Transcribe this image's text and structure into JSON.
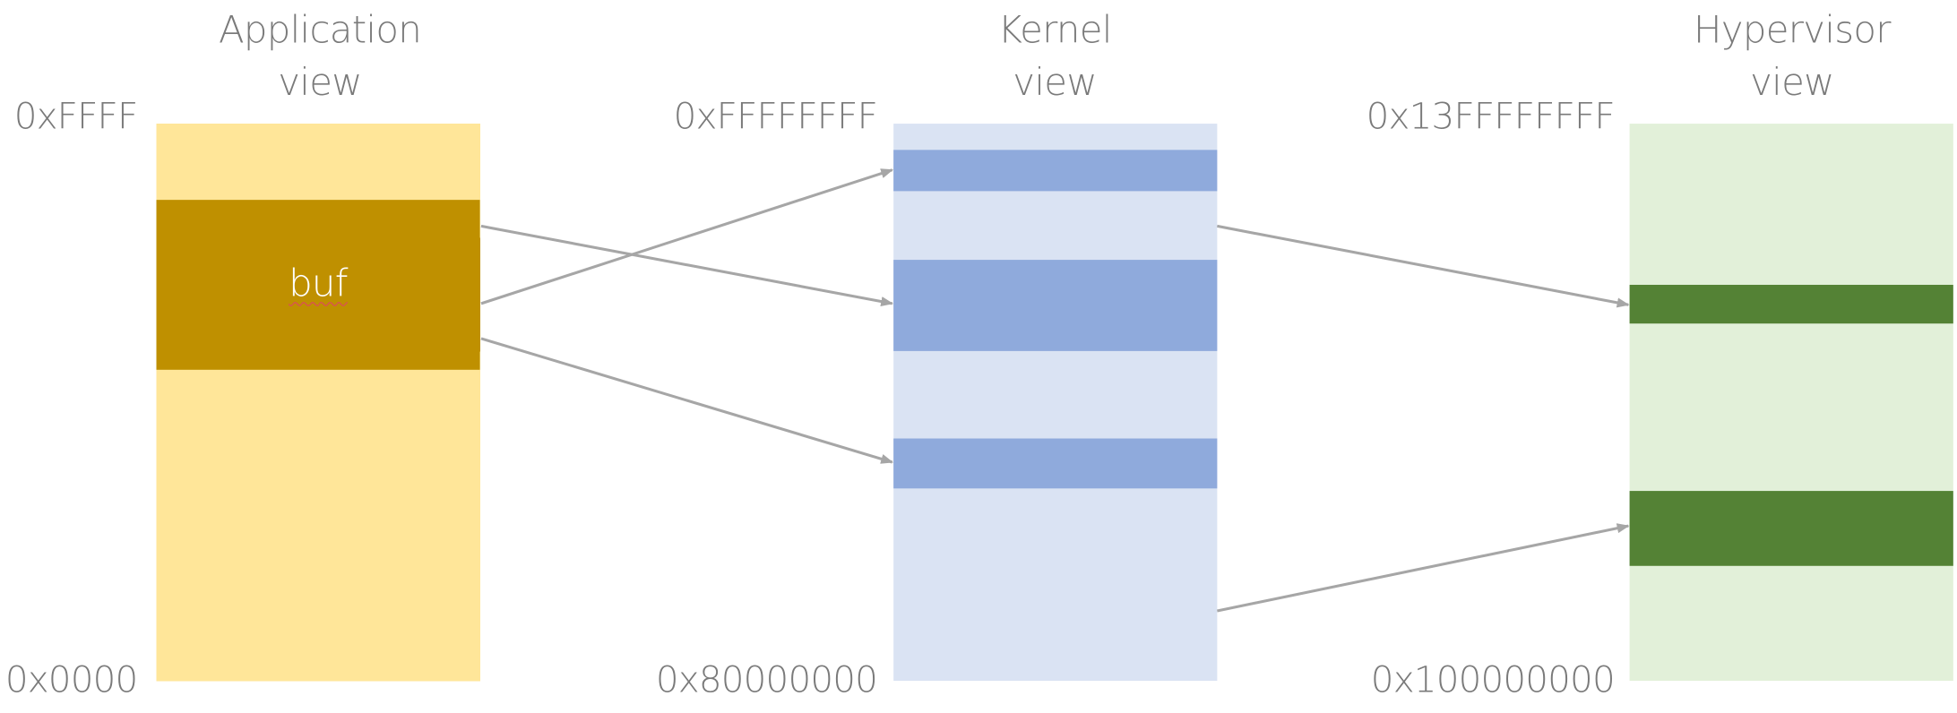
{
  "colors": {
    "text": "#7a7a7a",
    "arrow": "#a6a6a6",
    "application_region": "#ffe699",
    "application_buffer": "#bf9000",
    "kernel_region": "#dae3f3",
    "kernel_block": "#8faadc",
    "hypervisor_region": "#e2f0d9",
    "hypervisor_block": "#548235"
  },
  "columns": [
    {
      "id": "application",
      "title": "Application\nview",
      "top_address": "0xFFFF",
      "bottom_address": "0x0000",
      "blocks": [
        {
          "label": "buf"
        }
      ]
    },
    {
      "id": "kernel",
      "title": "Kernel\nview",
      "top_address": "0xFFFFFFFF",
      "bottom_address": "0x80000000",
      "blocks": [
        {},
        {},
        {}
      ]
    },
    {
      "id": "hypervisor",
      "title": "Hypervisor\nview",
      "top_address": "0x13FFFFFFFF",
      "bottom_address": "0x100000000",
      "blocks": [
        {},
        {}
      ]
    }
  ]
}
